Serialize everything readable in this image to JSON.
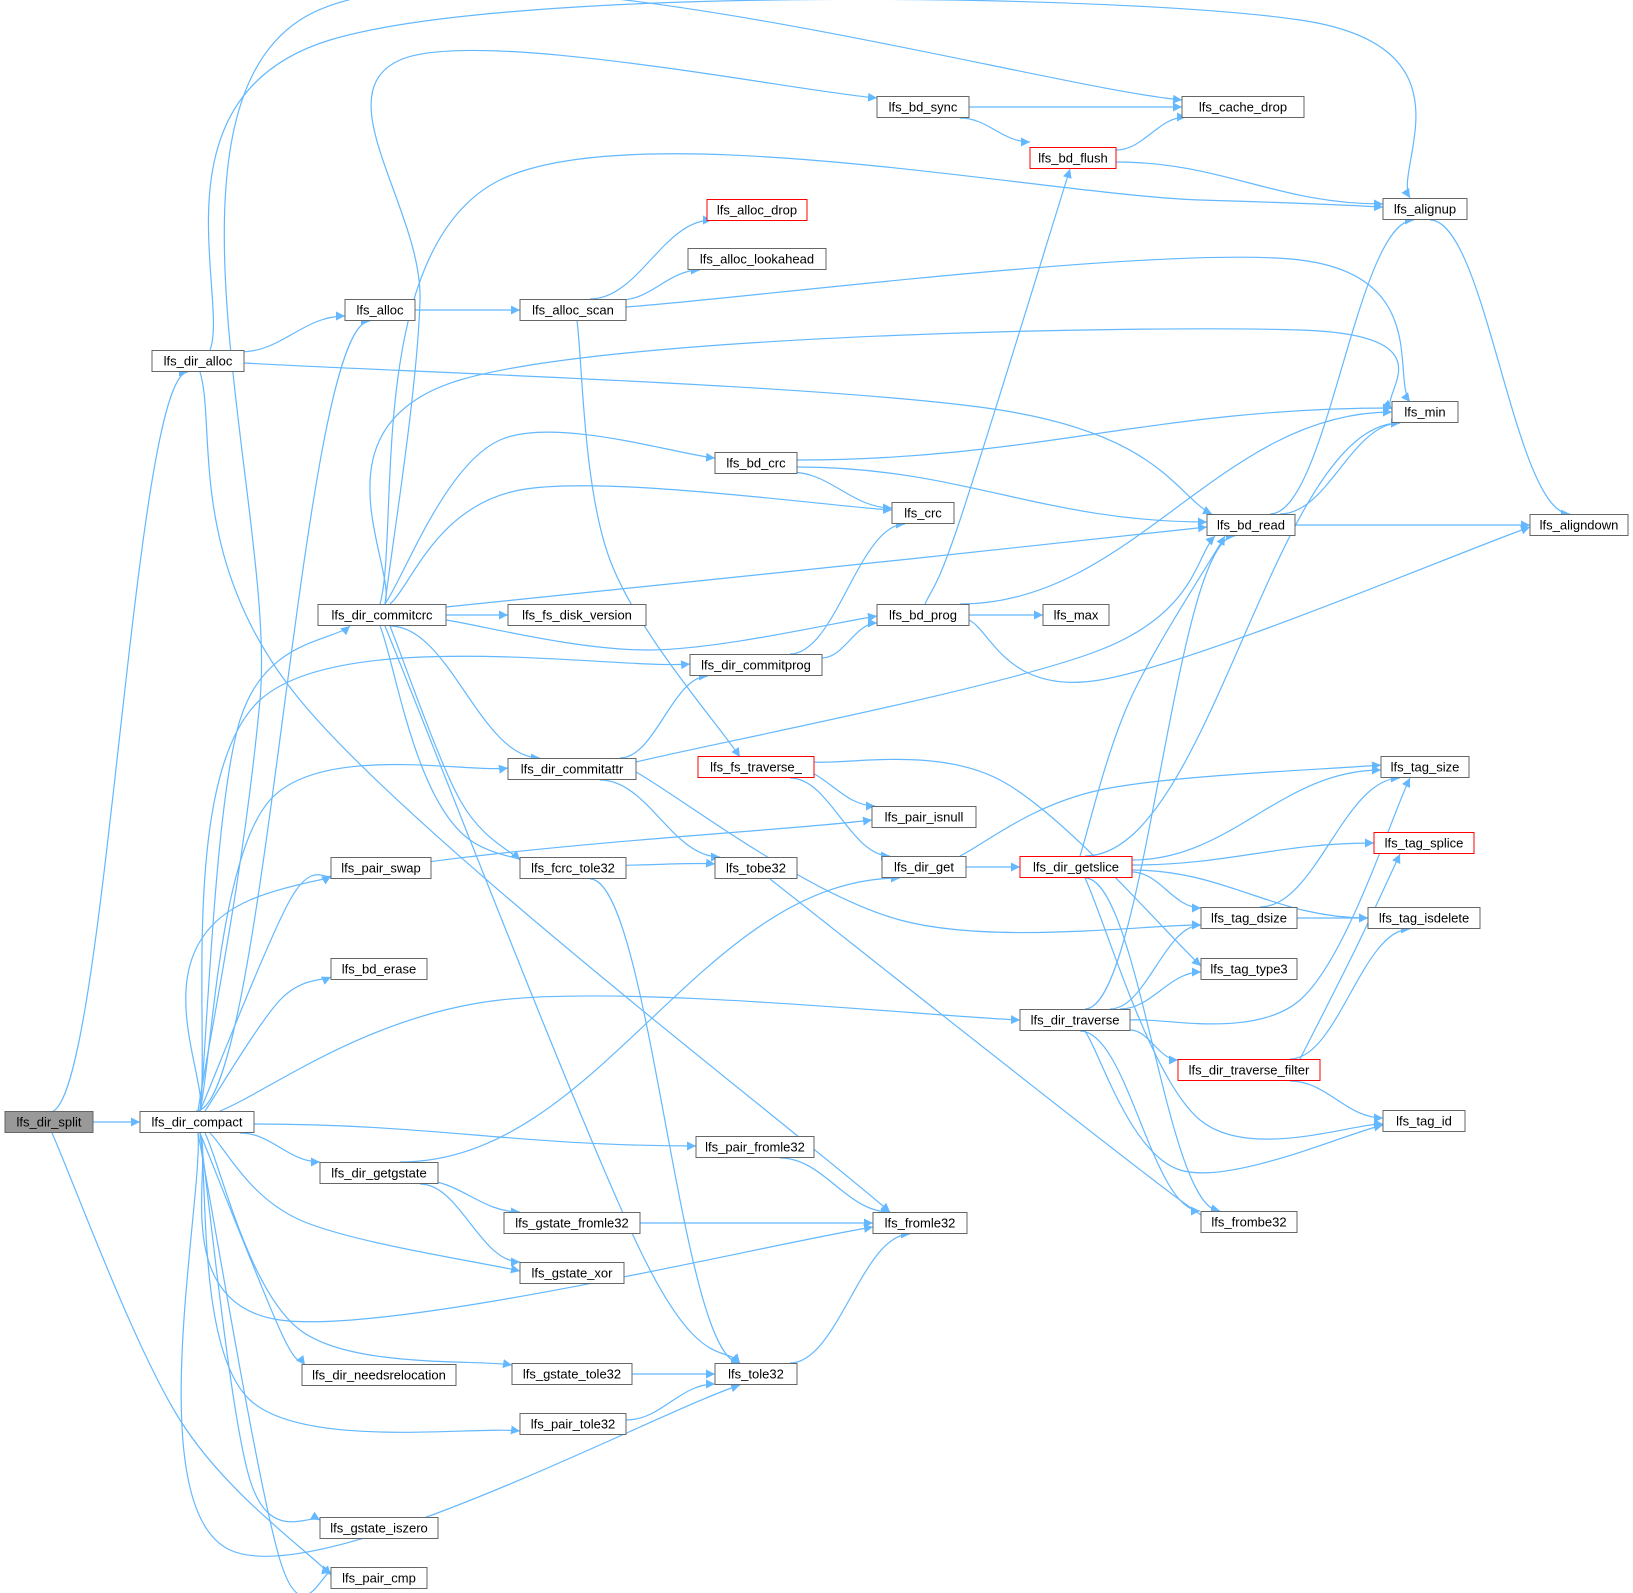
{
  "diagram": {
    "nodes": [
      {
        "id": "lfs_dir_split",
        "label": "lfs_dir_split",
        "style": "root"
      },
      {
        "id": "lfs_dir_alloc",
        "label": "lfs_dir_alloc",
        "style": "normal"
      },
      {
        "id": "lfs_dir_compact",
        "label": "lfs_dir_compact",
        "style": "normal"
      },
      {
        "id": "lfs_pair_cmp",
        "label": "lfs_pair_cmp",
        "style": "normal"
      },
      {
        "id": "lfs_alloc",
        "label": "lfs_alloc",
        "style": "normal"
      },
      {
        "id": "lfs_alloc_scan",
        "label": "lfs_alloc_scan",
        "style": "normal"
      },
      {
        "id": "lfs_alloc_drop",
        "label": "lfs_alloc_drop",
        "style": "red"
      },
      {
        "id": "lfs_alloc_lookahead",
        "label": "lfs_alloc_lookahead",
        "style": "normal"
      },
      {
        "id": "lfs_bd_sync",
        "label": "lfs_bd_sync",
        "style": "normal"
      },
      {
        "id": "lfs_cache_drop",
        "label": "lfs_cache_drop",
        "style": "normal"
      },
      {
        "id": "lfs_bd_flush",
        "label": "lfs_bd_flush",
        "style": "red"
      },
      {
        "id": "lfs_alignup",
        "label": "lfs_alignup",
        "style": "normal"
      },
      {
        "id": "lfs_min",
        "label": "lfs_min",
        "style": "normal"
      },
      {
        "id": "lfs_aligndown",
        "label": "lfs_aligndown",
        "style": "normal"
      },
      {
        "id": "lfs_bd_crc",
        "label": "lfs_bd_crc",
        "style": "normal"
      },
      {
        "id": "lfs_crc",
        "label": "lfs_crc",
        "style": "normal"
      },
      {
        "id": "lfs_bd_read",
        "label": "lfs_bd_read",
        "style": "normal"
      },
      {
        "id": "lfs_dir_commitcrc",
        "label": "lfs_dir_commitcrc",
        "style": "normal"
      },
      {
        "id": "lfs_fs_disk_version",
        "label": "lfs_fs_disk_version",
        "style": "normal"
      },
      {
        "id": "lfs_bd_prog",
        "label": "lfs_bd_prog",
        "style": "normal"
      },
      {
        "id": "lfs_max",
        "label": "lfs_max",
        "style": "normal"
      },
      {
        "id": "lfs_dir_commitprog",
        "label": "lfs_dir_commitprog",
        "style": "normal"
      },
      {
        "id": "lfs_dir_commitattr",
        "label": "lfs_dir_commitattr",
        "style": "normal"
      },
      {
        "id": "lfs_fs_traverse_",
        "label": "lfs_fs_traverse_",
        "style": "red"
      },
      {
        "id": "lfs_pair_isnull",
        "label": "lfs_pair_isnull",
        "style": "normal"
      },
      {
        "id": "lfs_tag_size",
        "label": "lfs_tag_size",
        "style": "normal"
      },
      {
        "id": "lfs_tag_splice",
        "label": "lfs_tag_splice",
        "style": "red"
      },
      {
        "id": "lfs_pair_swap",
        "label": "lfs_pair_swap",
        "style": "normal"
      },
      {
        "id": "lfs_fcrc_tole32",
        "label": "lfs_fcrc_tole32",
        "style": "normal"
      },
      {
        "id": "lfs_tobe32",
        "label": "lfs_tobe32",
        "style": "normal"
      },
      {
        "id": "lfs_dir_get",
        "label": "lfs_dir_get",
        "style": "normal"
      },
      {
        "id": "lfs_dir_getslice",
        "label": "lfs_dir_getslice",
        "style": "red"
      },
      {
        "id": "lfs_tag_dsize",
        "label": "lfs_tag_dsize",
        "style": "normal"
      },
      {
        "id": "lfs_tag_isdelete",
        "label": "lfs_tag_isdelete",
        "style": "normal"
      },
      {
        "id": "lfs_bd_erase",
        "label": "lfs_bd_erase",
        "style": "normal"
      },
      {
        "id": "lfs_tag_type3",
        "label": "lfs_tag_type3",
        "style": "normal"
      },
      {
        "id": "lfs_dir_traverse",
        "label": "lfs_dir_traverse",
        "style": "normal"
      },
      {
        "id": "lfs_dir_traverse_filter",
        "label": "lfs_dir_traverse_filter",
        "style": "red"
      },
      {
        "id": "lfs_tag_id",
        "label": "lfs_tag_id",
        "style": "normal"
      },
      {
        "id": "lfs_pair_fromle32",
        "label": "lfs_pair_fromle32",
        "style": "normal"
      },
      {
        "id": "lfs_dir_getgstate",
        "label": "lfs_dir_getgstate",
        "style": "normal"
      },
      {
        "id": "lfs_gstate_fromle32",
        "label": "lfs_gstate_fromle32",
        "style": "normal"
      },
      {
        "id": "lfs_fromle32",
        "label": "lfs_fromle32",
        "style": "normal"
      },
      {
        "id": "lfs_frombe32",
        "label": "lfs_frombe32",
        "style": "normal"
      },
      {
        "id": "lfs_gstate_xor",
        "label": "lfs_gstate_xor",
        "style": "normal"
      },
      {
        "id": "lfs_dir_needsrelocation",
        "label": "lfs_dir_needsrelocation",
        "style": "normal"
      },
      {
        "id": "lfs_gstate_tole32",
        "label": "lfs_gstate_tole32",
        "style": "normal"
      },
      {
        "id": "lfs_tole32",
        "label": "lfs_tole32",
        "style": "normal"
      },
      {
        "id": "lfs_pair_tole32",
        "label": "lfs_pair_tole32",
        "style": "normal"
      },
      {
        "id": "lfs_gstate_iszero",
        "label": "lfs_gstate_iszero",
        "style": "normal"
      }
    ],
    "edges": [
      [
        "lfs_dir_split",
        "lfs_dir_alloc"
      ],
      [
        "lfs_dir_split",
        "lfs_dir_compact"
      ],
      [
        "lfs_dir_split",
        "lfs_pair_cmp"
      ],
      [
        "lfs_dir_alloc",
        "lfs_alignup"
      ],
      [
        "lfs_dir_alloc",
        "lfs_alloc"
      ],
      [
        "lfs_dir_alloc",
        "lfs_bd_read"
      ],
      [
        "lfs_dir_alloc",
        "lfs_fromle32"
      ],
      [
        "lfs_alloc",
        "lfs_alloc_scan"
      ],
      [
        "lfs_alloc_scan",
        "lfs_alloc_drop"
      ],
      [
        "lfs_alloc_scan",
        "lfs_alloc_lookahead"
      ],
      [
        "lfs_alloc_scan",
        "lfs_min"
      ],
      [
        "lfs_alloc_scan",
        "lfs_fs_traverse_"
      ],
      [
        "lfs_bd_sync",
        "lfs_cache_drop"
      ],
      [
        "lfs_bd_sync",
        "lfs_bd_flush"
      ],
      [
        "lfs_bd_flush",
        "lfs_cache_drop"
      ],
      [
        "lfs_bd_flush",
        "lfs_alignup"
      ],
      [
        "lfs_alignup",
        "lfs_aligndown"
      ],
      [
        "lfs_bd_crc",
        "lfs_min"
      ],
      [
        "lfs_bd_crc",
        "lfs_crc"
      ],
      [
        "lfs_bd_crc",
        "lfs_bd_read"
      ],
      [
        "lfs_bd_read",
        "lfs_alignup"
      ],
      [
        "lfs_bd_read",
        "lfs_min"
      ],
      [
        "lfs_bd_read",
        "lfs_aligndown"
      ],
      [
        "lfs_dir_commitcrc",
        "lfs_bd_sync"
      ],
      [
        "lfs_dir_commitcrc",
        "lfs_alignup"
      ],
      [
        "lfs_dir_commitcrc",
        "lfs_min"
      ],
      [
        "lfs_dir_commitcrc",
        "lfs_bd_crc"
      ],
      [
        "lfs_dir_commitcrc",
        "lfs_crc"
      ],
      [
        "lfs_dir_commitcrc",
        "lfs_bd_read"
      ],
      [
        "lfs_dir_commitcrc",
        "lfs_fs_disk_version"
      ],
      [
        "lfs_dir_commitcrc",
        "lfs_bd_prog"
      ],
      [
        "lfs_dir_commitcrc",
        "lfs_dir_commitattr"
      ],
      [
        "lfs_dir_commitcrc",
        "lfs_fcrc_tole32"
      ],
      [
        "lfs_dir_commitcrc",
        "lfs_tobe32"
      ],
      [
        "lfs_dir_commitcrc",
        "lfs_tole32"
      ],
      [
        "lfs_bd_prog",
        "lfs_bd_flush"
      ],
      [
        "lfs_bd_prog",
        "lfs_min"
      ],
      [
        "lfs_bd_prog",
        "lfs_max"
      ],
      [
        "lfs_bd_prog",
        "lfs_aligndown"
      ],
      [
        "lfs_dir_commitprog",
        "lfs_crc"
      ],
      [
        "lfs_dir_commitprog",
        "lfs_bd_prog"
      ],
      [
        "lfs_dir_commitattr",
        "lfs_dir_commitprog"
      ],
      [
        "lfs_dir_commitattr",
        "lfs_bd_read"
      ],
      [
        "lfs_dir_commitattr",
        "lfs_tobe32"
      ],
      [
        "lfs_dir_commitattr",
        "lfs_tag_dsize"
      ],
      [
        "lfs_fs_traverse_",
        "lfs_pair_isnull"
      ],
      [
        "lfs_fs_traverse_",
        "lfs_dir_get"
      ],
      [
        "lfs_fs_traverse_",
        "lfs_tag_type3"
      ],
      [
        "lfs_tobe32",
        "lfs_frombe32"
      ],
      [
        "lfs_fcrc_tole32",
        "lfs_tole32"
      ],
      [
        "lfs_dir_get",
        "lfs_tag_size"
      ],
      [
        "lfs_dir_get",
        "lfs_dir_getslice"
      ],
      [
        "lfs_dir_getslice",
        "lfs_bd_read"
      ],
      [
        "lfs_dir_getslice",
        "lfs_min"
      ],
      [
        "lfs_dir_getslice",
        "lfs_tag_size"
      ],
      [
        "lfs_dir_getslice",
        "lfs_tag_splice"
      ],
      [
        "lfs_dir_getslice",
        "lfs_tag_dsize"
      ],
      [
        "lfs_dir_getslice",
        "lfs_tag_isdelete"
      ],
      [
        "lfs_dir_getslice",
        "lfs_tag_id"
      ],
      [
        "lfs_dir_getslice",
        "lfs_frombe32"
      ],
      [
        "lfs_tag_dsize",
        "lfs_tag_size"
      ],
      [
        "lfs_tag_dsize",
        "lfs_tag_isdelete"
      ],
      [
        "lfs_dir_traverse",
        "lfs_bd_read"
      ],
      [
        "lfs_dir_traverse",
        "lfs_tag_size"
      ],
      [
        "lfs_dir_traverse",
        "lfs_tag_dsize"
      ],
      [
        "lfs_dir_traverse",
        "lfs_tag_type3"
      ],
      [
        "lfs_dir_traverse",
        "lfs_dir_traverse_filter"
      ],
      [
        "lfs_dir_traverse",
        "lfs_tag_id"
      ],
      [
        "lfs_dir_traverse",
        "lfs_frombe32"
      ],
      [
        "lfs_dir_traverse_filter",
        "lfs_tag_splice"
      ],
      [
        "lfs_dir_traverse_filter",
        "lfs_tag_isdelete"
      ],
      [
        "lfs_dir_traverse_filter",
        "lfs_tag_id"
      ],
      [
        "lfs_dir_compact",
        "lfs_cache_drop"
      ],
      [
        "lfs_dir_compact",
        "lfs_alloc"
      ],
      [
        "lfs_dir_compact",
        "lfs_dir_commitcrc"
      ],
      [
        "lfs_dir_compact",
        "lfs_dir_commitprog"
      ],
      [
        "lfs_dir_compact",
        "lfs_dir_commitattr"
      ],
      [
        "lfs_dir_compact",
        "lfs_pair_isnull"
      ],
      [
        "lfs_dir_compact",
        "lfs_pair_swap"
      ],
      [
        "lfs_dir_compact",
        "lfs_bd_erase"
      ],
      [
        "lfs_dir_compact",
        "lfs_dir_traverse"
      ],
      [
        "lfs_dir_compact",
        "lfs_pair_fromle32"
      ],
      [
        "lfs_dir_compact",
        "lfs_dir_getgstate"
      ],
      [
        "lfs_dir_compact",
        "lfs_gstate_xor"
      ],
      [
        "lfs_dir_compact",
        "lfs_fromle32"
      ],
      [
        "lfs_dir_compact",
        "lfs_dir_needsrelocation"
      ],
      [
        "lfs_dir_compact",
        "lfs_gstate_tole32"
      ],
      [
        "lfs_dir_compact",
        "lfs_pair_tole32"
      ],
      [
        "lfs_dir_compact",
        "lfs_tole32"
      ],
      [
        "lfs_dir_compact",
        "lfs_gstate_iszero"
      ],
      [
        "lfs_dir_compact",
        "lfs_pair_cmp"
      ],
      [
        "lfs_pair_fromle32",
        "lfs_fromle32"
      ],
      [
        "lfs_dir_getgstate",
        "lfs_dir_get"
      ],
      [
        "lfs_dir_getgstate",
        "lfs_gstate_fromle32"
      ],
      [
        "lfs_dir_getgstate",
        "lfs_gstate_xor"
      ],
      [
        "lfs_gstate_fromle32",
        "lfs_fromle32"
      ],
      [
        "lfs_gstate_tole32",
        "lfs_tole32"
      ],
      [
        "lfs_pair_tole32",
        "lfs_tole32"
      ],
      [
        "lfs_tole32",
        "lfs_fromle32"
      ]
    ],
    "colors": {
      "edge": "#63b8ff",
      "node_border": "#666666",
      "root_fill": "#999999",
      "red_border": "#ff0000",
      "text": "#000000"
    }
  }
}
